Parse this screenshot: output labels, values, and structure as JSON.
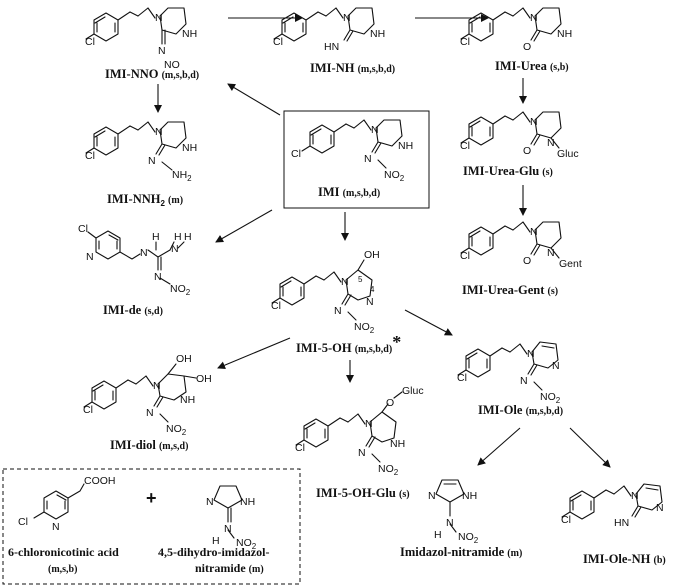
{
  "compounds": [
    {
      "id": "imi_nno",
      "name": "IMI-NNO",
      "tag": "(m,s,b,d)"
    },
    {
      "id": "imi_nh",
      "name": "IMI-NH",
      "tag": "(m,s,b,d)"
    },
    {
      "id": "imi_urea",
      "name": "IMI-Urea",
      "tag": "(s,b)"
    },
    {
      "id": "imi_nnh2",
      "name": "IMI-NNH",
      "sub": "2",
      "tag": "(m)"
    },
    {
      "id": "imi",
      "name": "IMI",
      "tag": "(m,s,b,d)"
    },
    {
      "id": "imi_urea_glu",
      "name": "IMI-Urea-Glu",
      "tag": "(s)"
    },
    {
      "id": "imi_de",
      "name": "IMI-de",
      "tag": "(s,d)"
    },
    {
      "id": "imi_urea_gent",
      "name": "IMI-Urea-Gent",
      "tag": "(s)"
    },
    {
      "id": "imi_5oh",
      "name": "IMI-5-OH",
      "tag": "(m,s,b,d)",
      "mark": "*"
    },
    {
      "id": "imi_ole",
      "name": "IMI-Ole",
      "tag": "(m,s,b,d)"
    },
    {
      "id": "imi_diol",
      "name": "IMI-diol",
      "tag": "(m,s,d)"
    },
    {
      "id": "imi_5oh_glu",
      "name": "IMI-5-OH-Glu",
      "tag": "(s)"
    },
    {
      "id": "chloronicotinic",
      "name": "6-chloronicotinic acid",
      "tag": "(m,s,b)"
    },
    {
      "id": "dihydro_nitramide",
      "name": "4,5-dihydro-imidazol-",
      "name2": "nitramide",
      "tag": "(m)"
    },
    {
      "id": "imidazol_nitramide",
      "name": "Imidazol-nitramide",
      "tag": "(m)"
    },
    {
      "id": "imi_ole_nh",
      "name": "IMI-Ole-NH",
      "tag": "(b)"
    }
  ],
  "atoms": {
    "cl": "Cl",
    "n": "N",
    "nh": "NH",
    "hn": "HN",
    "o": "O",
    "no": "NO",
    "no2": "NO",
    "two": "2",
    "nh2": "NH",
    "oh": "OH",
    "h": "H",
    "gluc": "Gluc",
    "gent": "Gent",
    "cooh": "COOH",
    "num5": "5",
    "num4": "4"
  },
  "plus": "+"
}
